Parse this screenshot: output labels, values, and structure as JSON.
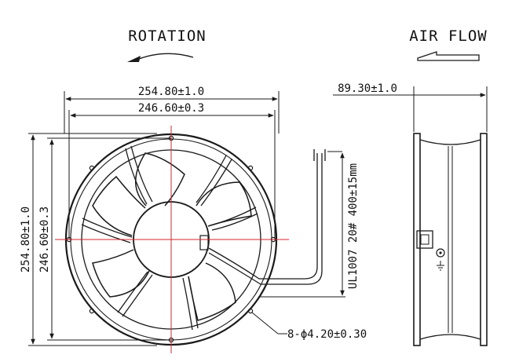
{
  "labels": {
    "rotation": "ROTATION",
    "air_flow": "AIR FLOW",
    "outer_width": "254.80±1.0",
    "bolt_width": "246.60±0.3",
    "depth": "89.30±1.0",
    "outer_height": "254.80±1.0",
    "bolt_height": "246.60±0.3",
    "holes": "8-ϕ4.20±0.30",
    "cable_spec": "UL1007 20# 400±15mm"
  },
  "colors": {
    "line": "#1a1a1a",
    "center_line": "#d7262e",
    "background": "#ffffff"
  },
  "icons": {
    "ground": "ground-symbol",
    "rotation_arrow": "curved-arrow-left",
    "airflow_arrow": "flat-arrow-left"
  }
}
